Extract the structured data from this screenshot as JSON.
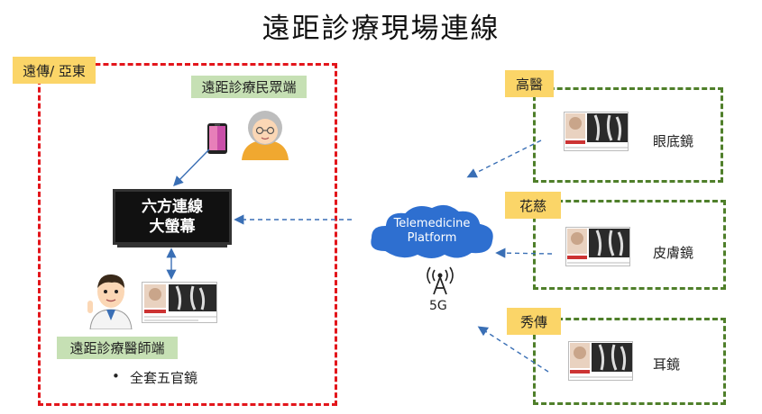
{
  "title": "遠距診療現場連線",
  "left_panel": {
    "operator_tag": "遠傳/ 亞東",
    "public_end_label": "遠距診療民眾端",
    "screen_line1": "六方連線",
    "screen_line2": "大螢幕",
    "doctor_end_label": "遠距診療醫師端",
    "bullet_text": "全套五官鏡"
  },
  "platform": {
    "line1": "Telemedicine",
    "line2": "Platform",
    "network_label": "5G"
  },
  "hospitals": [
    {
      "tag": "高醫",
      "device": "眼底鏡"
    },
    {
      "tag": "花慈",
      "device": "皮膚鏡"
    },
    {
      "tag": "秀傳",
      "device": "耳鏡"
    }
  ],
  "colors": {
    "red_border": "#e3151b",
    "green_border": "#4f7f2a",
    "yellow_tag": "#fbd568",
    "green_tag": "#c6e0b4",
    "cloud": "#2e6fd0",
    "arrow": "#3a6fb5"
  }
}
